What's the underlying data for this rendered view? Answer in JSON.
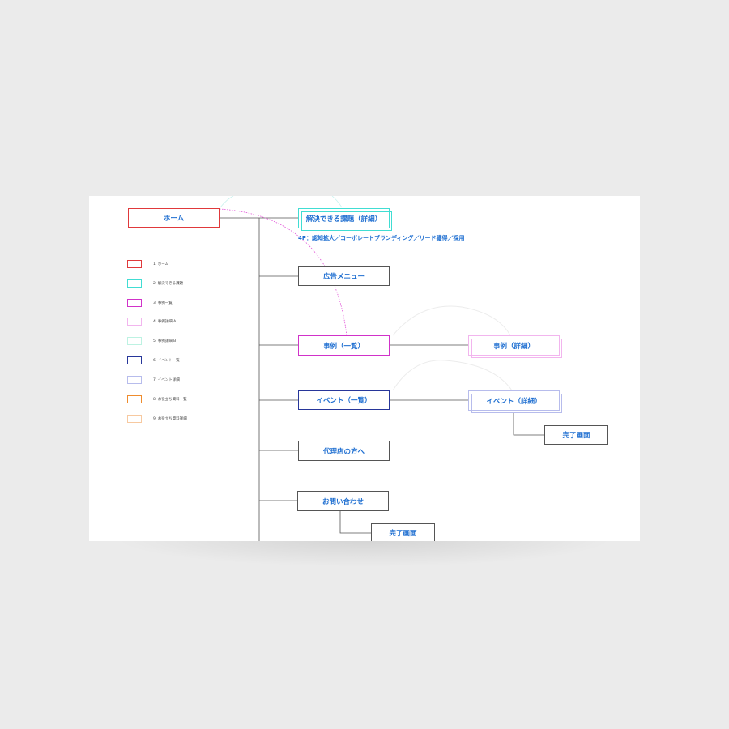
{
  "diagram": {
    "nodes": {
      "home": "ホーム",
      "challenges_detail": "解決できる課題（詳細）",
      "ad_menu": "広告メニュー",
      "case_list": "事例（一覧）",
      "case_detail": "事例（詳細）",
      "event_list": "イベント（一覧）",
      "event_detail": "イベント（詳細）",
      "event_complete": "完了画面",
      "agency": "代理店の方へ",
      "contact": "お問い合わせ",
      "contact_complete": "完了画面"
    },
    "note": "4P：認知拡大／コーポレートブランディング／リード獲得／採用"
  },
  "legend": [
    {
      "label": "1. ホーム",
      "color": "#e0393b"
    },
    {
      "label": "2. 解決できる課題",
      "color": "#41ddd3"
    },
    {
      "label": "3. 事例一覧",
      "color": "#d132c9"
    },
    {
      "label": "4. 事例詳細 A",
      "color": "#f2b5ee"
    },
    {
      "label": "5. 事例詳細 B",
      "color": "#bdf2e2"
    },
    {
      "label": "6. イベント一覧",
      "color": "#27369a"
    },
    {
      "label": "7. イベント詳細",
      "color": "#b7bcec"
    },
    {
      "label": "8. お役立ち資料一覧",
      "color": "#ef8c2d"
    },
    {
      "label": "9. お役立ち資料詳細",
      "color": "#f7c9a0"
    }
  ]
}
